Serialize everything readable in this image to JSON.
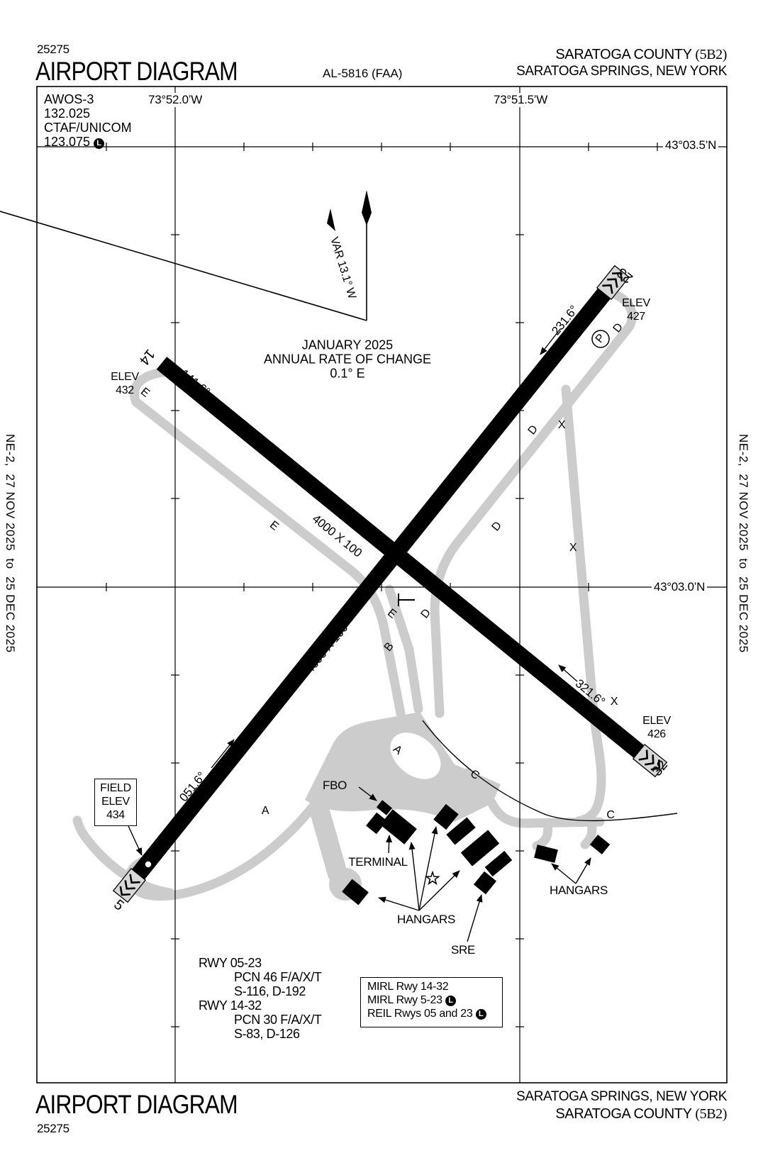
{
  "header": {
    "chart_code": "25275",
    "title": "AIRPORT DIAGRAM",
    "al_number": "AL-5816 (FAA)",
    "airport_name": "SARATOGA COUNTY ",
    "airport_id": "(5B2)",
    "city": "SARATOGA SPRINGS, NEW YORK"
  },
  "footer": {
    "title": "AIRPORT DIAGRAM",
    "chart_code": "25275",
    "city": "SARATOGA SPRINGS, NEW YORK",
    "airport_name": "SARATOGA COUNTY ",
    "airport_id": "(5B2)"
  },
  "margin_note": "NE-2,  27 NOV 2025  to  25 DEC 2025",
  "comms": {
    "awos_label": "AWOS-3",
    "awos_freq": "132.025",
    "ctaf_label": "CTAF/UNICOM",
    "ctaf_freq": "123.075",
    "lighting_letter": "L"
  },
  "grid": {
    "lon_w1": "73°52.0’W",
    "lon_w2": "73°51.5’W",
    "lat_n1": "43°03.5’N",
    "lat_n2": "43°03.0’N"
  },
  "compass": {
    "var_label": "VAR 13.1° W",
    "date": "JANUARY 2025",
    "rate_line1": "ANNUAL RATE OF CHANGE",
    "rate_line2": "0.1° E"
  },
  "runway_14_32": {
    "num_14": "14",
    "num_32": "32",
    "hdg_14": "141.6°",
    "hdg_32": "321.6°",
    "dim": "4000 X 100",
    "elev_label": "ELEV",
    "elev_14": "432",
    "elev_32": "426"
  },
  "runway_5_23": {
    "num_5": "5",
    "num_23": "23",
    "hdg_5": "051.6°",
    "hdg_23": "231.6°",
    "dim": "4699 X 100",
    "elev_label": "ELEV",
    "elev_23": "427"
  },
  "field_elev": {
    "l1": "FIELD",
    "l2": "ELEV",
    "l3": "434"
  },
  "taxiways": {
    "a": "A",
    "b": "B",
    "c": "C",
    "d": "D",
    "e": "E",
    "x": "X",
    "p": "P"
  },
  "facilities": {
    "fbo": "FBO",
    "terminal": "TERMINAL",
    "hangars": "HANGARS",
    "sre": "SRE"
  },
  "data_block": {
    "rwy1": "RWY 05-23",
    "rwy1_pcn": "PCN 46 F/A/X/T",
    "rwy1_codes": "S-116, D-192",
    "rwy2": "RWY 14-32",
    "rwy2_pcn": "PCN 30 F/A/X/T",
    "rwy2_codes": "S-83, D-126"
  },
  "lighting_box": {
    "line1": "MIRL Rwy 14-32",
    "line2": "MIRL Rwy 5-23 ",
    "line3": "REIL Rwys 05 and 23 ",
    "lighting_letter": "L"
  },
  "colors": {
    "ink": "#000000",
    "taxiway": "#cccccc",
    "threshold_fill": "#d8d8d8"
  }
}
